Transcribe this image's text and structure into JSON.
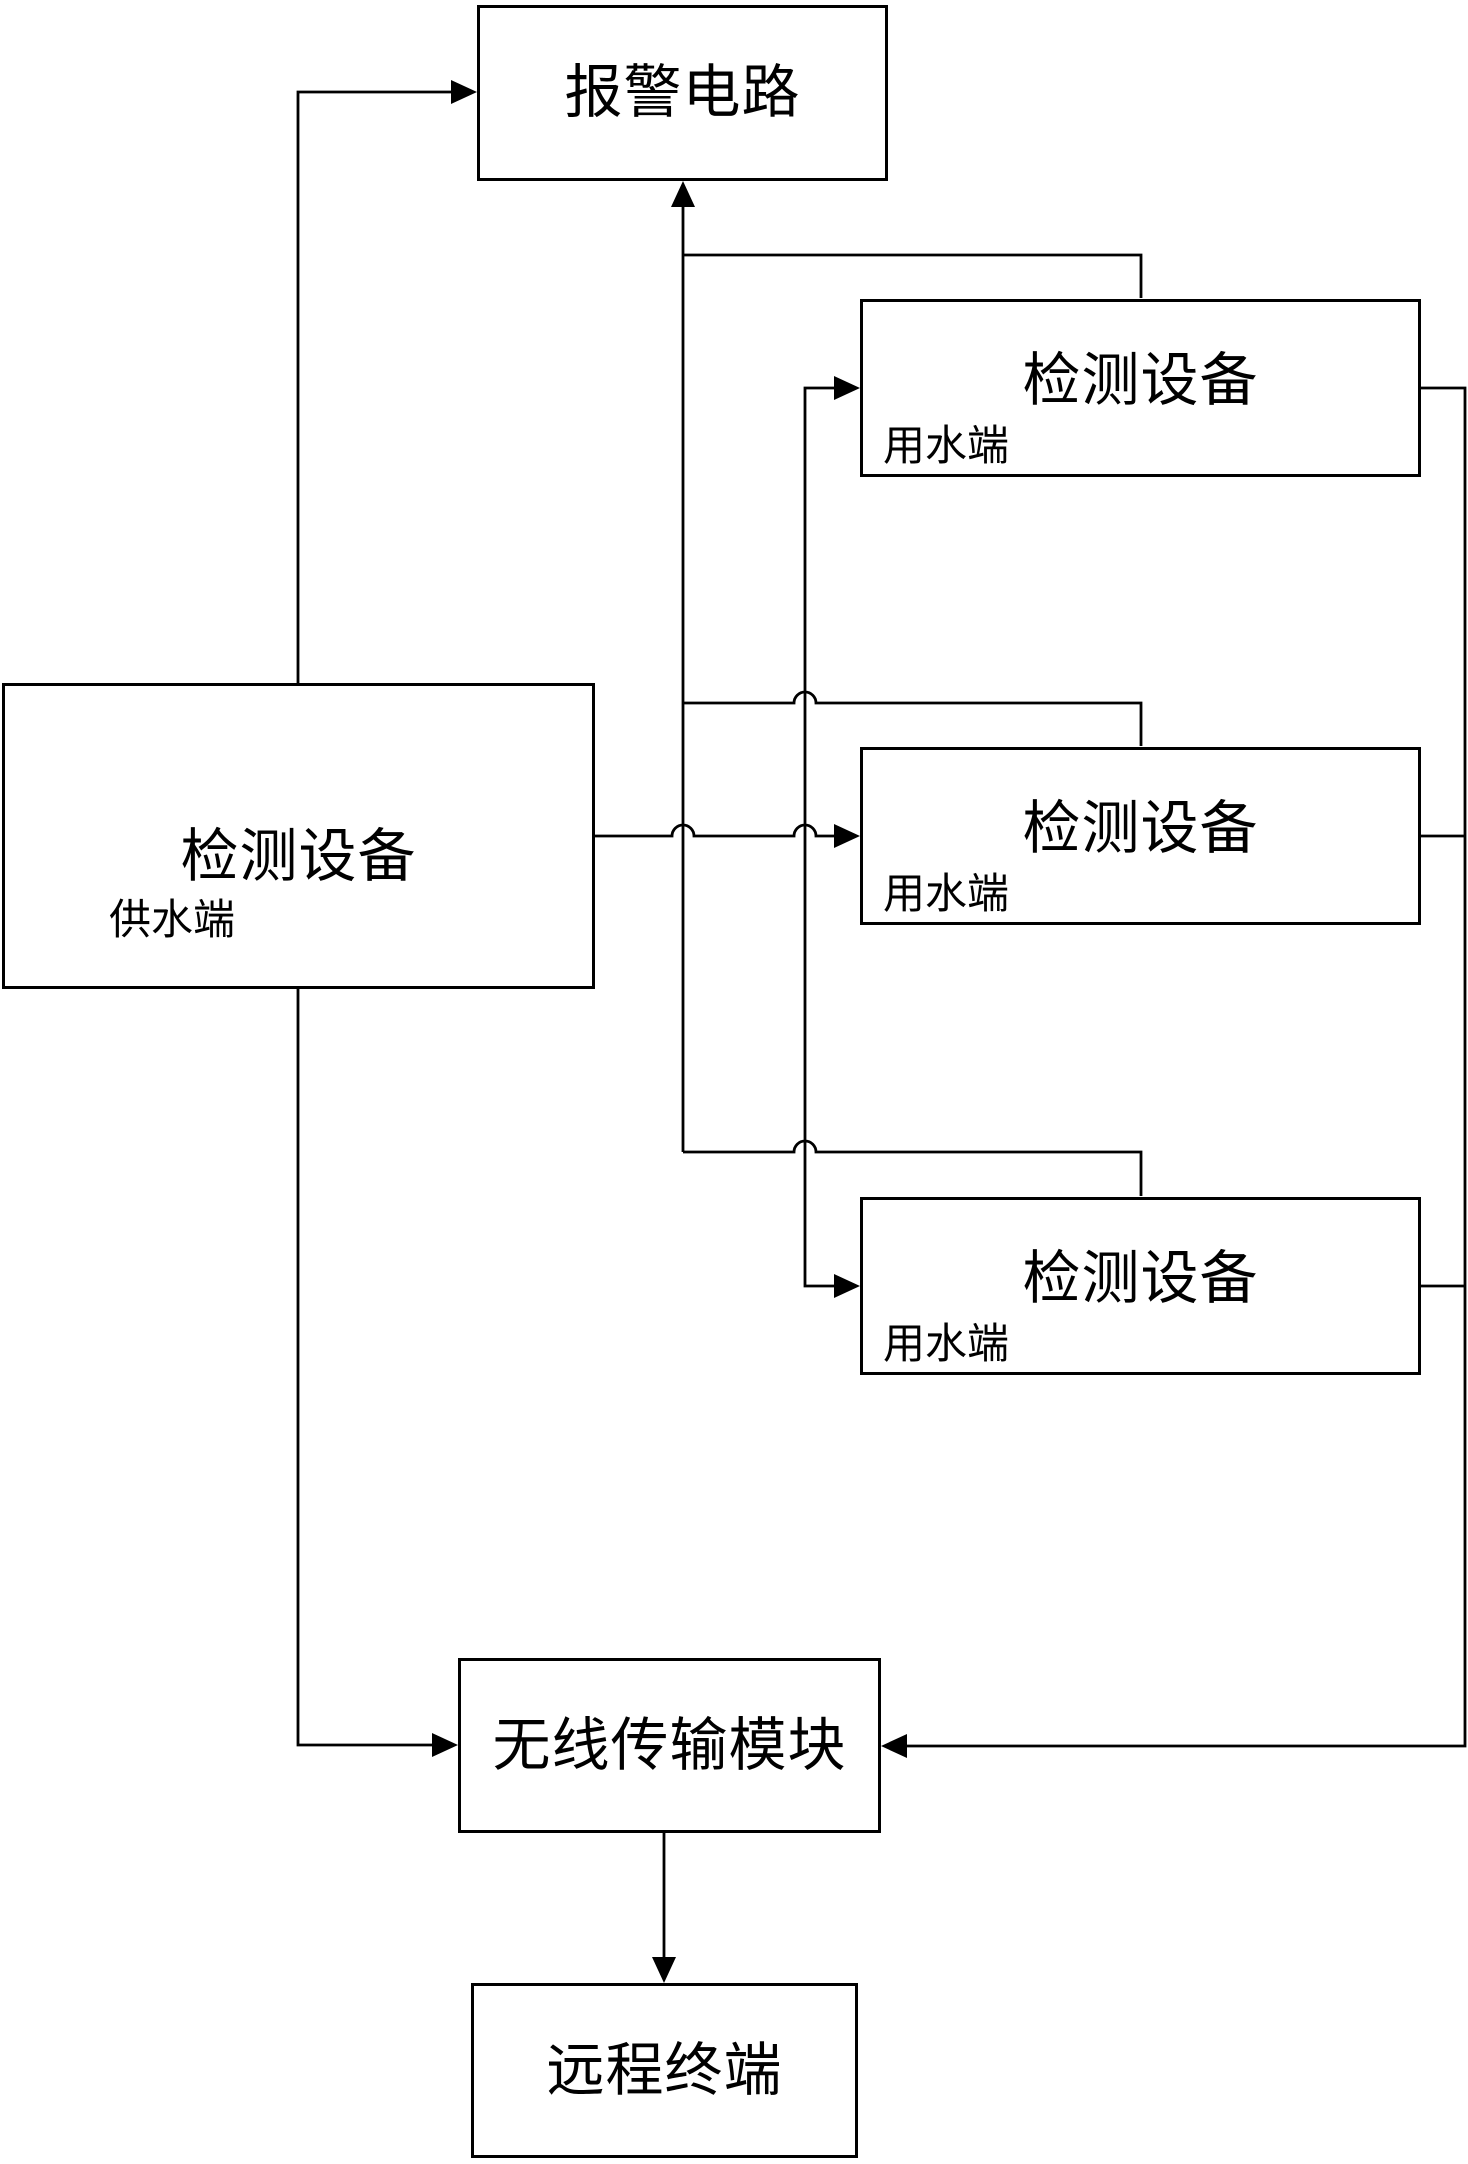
{
  "figure": {
    "colors": {
      "background": "#ffffff",
      "line": "#000000",
      "text": "#000000"
    },
    "nodes": {
      "alarm": {
        "label": "报警电路"
      },
      "supply": {
        "label": "检测设备",
        "sublabel": "供水端"
      },
      "consumer1": {
        "label": "检测设备",
        "sublabel": "用水端"
      },
      "consumer2": {
        "label": "检测设备",
        "sublabel": "用水端"
      },
      "consumer3": {
        "label": "检测设备",
        "sublabel": "用水端"
      },
      "wireless": {
        "label": "无线传输模块"
      },
      "terminal": {
        "label": "远程终端"
      }
    }
  }
}
